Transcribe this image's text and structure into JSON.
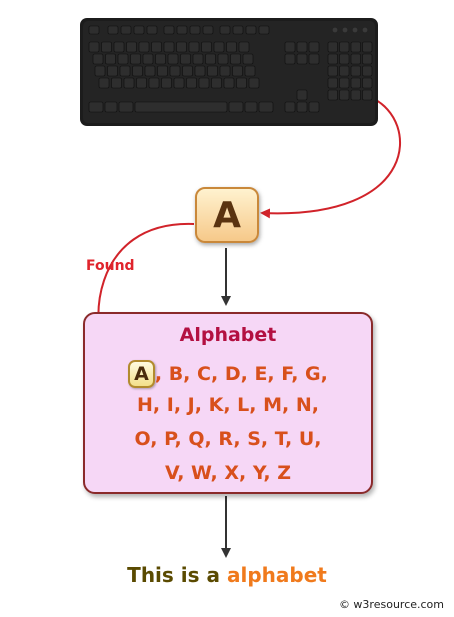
{
  "colors": {
    "keyboard_body": "#1c1c1c",
    "key_face": "#2e2e2e",
    "key_box_border": "#c9883a",
    "connector_red": "#d1232a",
    "connector_dark": "#333333",
    "alpha_box_fill": "#f6d7f6",
    "alpha_box_border": "#8a2a2a",
    "alpha_title": "#b31041",
    "alpha_letters": "#d8501c",
    "result_plain": "#5a4a00",
    "result_accent": "#f07a1c"
  },
  "input_key": {
    "letter": "A"
  },
  "found_label": "Found",
  "alphabet_box": {
    "title": "Alphabet",
    "highlighted_letter": "A",
    "rows": [
      [
        "A,",
        "B,",
        "C,",
        "D,",
        "E,",
        "F,",
        "G,"
      ],
      [
        "H,",
        "I,",
        "J,",
        "K,",
        "L,",
        "M,",
        "N,"
      ],
      [
        "O,",
        "P,",
        "Q,",
        "R,",
        "S,",
        "T,",
        "U,"
      ],
      [
        "V,",
        "W,",
        "X,",
        "Y,",
        "Z"
      ]
    ]
  },
  "result": {
    "prefix": "This  is a ",
    "accent": "alphabet"
  },
  "watermark": "© w3resource.com",
  "icons": {
    "keyboard": "keyboard-icon"
  }
}
